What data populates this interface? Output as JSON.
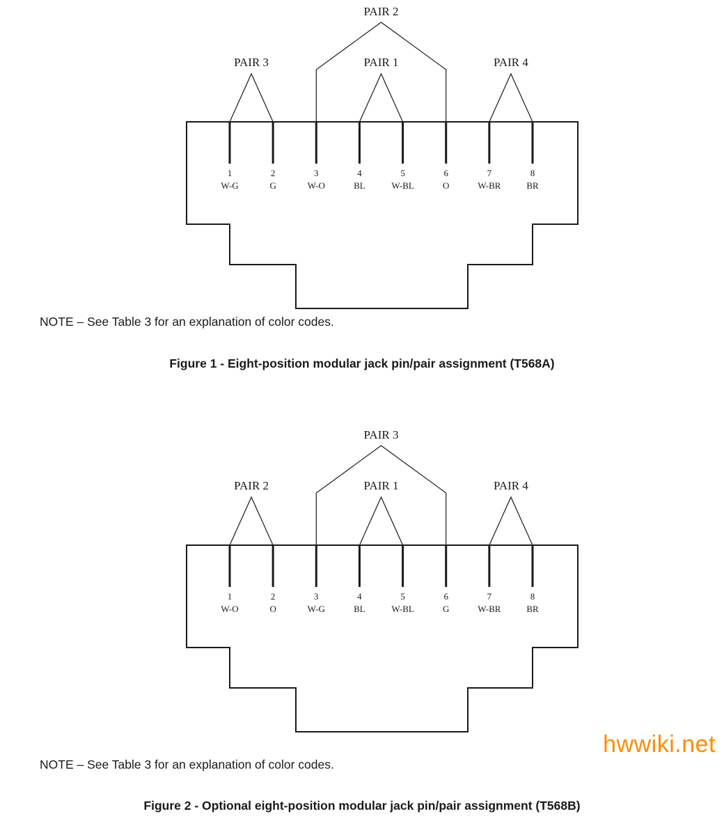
{
  "line_color": "#1a1a1a",
  "figures": [
    {
      "id": "t568a",
      "top_pair": {
        "label": "PAIR 2",
        "from_pin": 3,
        "to_pin": 6
      },
      "sub_pairs": [
        {
          "label": "PAIR 3",
          "from_pin": 1,
          "to_pin": 2
        },
        {
          "label": "PAIR 1",
          "from_pin": 4,
          "to_pin": 5
        },
        {
          "label": "PAIR 4",
          "from_pin": 7,
          "to_pin": 8
        }
      ],
      "pins": [
        {
          "number": "1",
          "color": "W-G"
        },
        {
          "number": "2",
          "color": "G"
        },
        {
          "number": "3",
          "color": "W-O"
        },
        {
          "number": "4",
          "color": "BL"
        },
        {
          "number": "5",
          "color": "W-BL"
        },
        {
          "number": "6",
          "color": "O"
        },
        {
          "number": "7",
          "color": "W-BR"
        },
        {
          "number": "8",
          "color": "BR"
        }
      ],
      "note": "NOTE – See Table 3 for an explanation of color codes.",
      "caption": "Figure 1 - Eight-position modular jack pin/pair assignment (T568A)"
    },
    {
      "id": "t568b",
      "top_pair": {
        "label": "PAIR 3",
        "from_pin": 3,
        "to_pin": 6
      },
      "sub_pairs": [
        {
          "label": "PAIR 2",
          "from_pin": 1,
          "to_pin": 2
        },
        {
          "label": "PAIR 1",
          "from_pin": 4,
          "to_pin": 5
        },
        {
          "label": "PAIR 4",
          "from_pin": 7,
          "to_pin": 8
        }
      ],
      "pins": [
        {
          "number": "1",
          "color": "W-O"
        },
        {
          "number": "2",
          "color": "O"
        },
        {
          "number": "3",
          "color": "W-G"
        },
        {
          "number": "4",
          "color": "BL"
        },
        {
          "number": "5",
          "color": "W-BL"
        },
        {
          "number": "6",
          "color": "G"
        },
        {
          "number": "7",
          "color": "W-BR"
        },
        {
          "number": "8",
          "color": "BR"
        }
      ],
      "note": "NOTE – See Table 3 for an explanation of color codes.",
      "caption": "Figure 2 - Optional eight-position modular jack pin/pair assignment (T568B)"
    }
  ],
  "watermark": {
    "text": "hwwiki.net",
    "color": "#FF8C00"
  }
}
